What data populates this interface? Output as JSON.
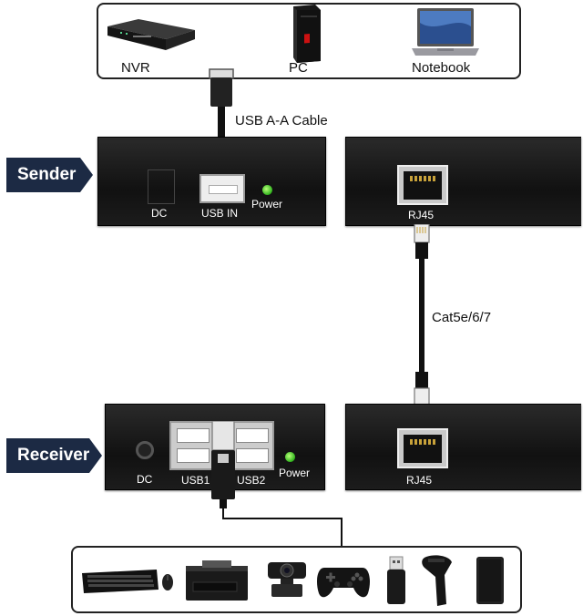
{
  "source_devices": {
    "nvr": "NVR",
    "pc": "PC",
    "notebook": "Notebook"
  },
  "cables": {
    "usb": "USB A-A Cable",
    "ethernet": "Cat5e/6/7"
  },
  "sender": {
    "tag": "Sender",
    "dc": "DC",
    "usb_in": "USB IN",
    "power": "Power",
    "rj45": "RJ45"
  },
  "receiver": {
    "tag": "Receiver",
    "dc": "DC",
    "usb1": "USB1",
    "usb2": "USB2",
    "power": "Power",
    "rj45": "RJ45"
  },
  "peripherals": [
    "keyboard-mouse",
    "printer",
    "webcam",
    "gamepad",
    "usb-flash-drive",
    "barcode-scanner",
    "external-hard-drive"
  ],
  "colors": {
    "tag_bg": "#1c2a44",
    "device_body": "#111111",
    "led": "#2fb21c"
  }
}
